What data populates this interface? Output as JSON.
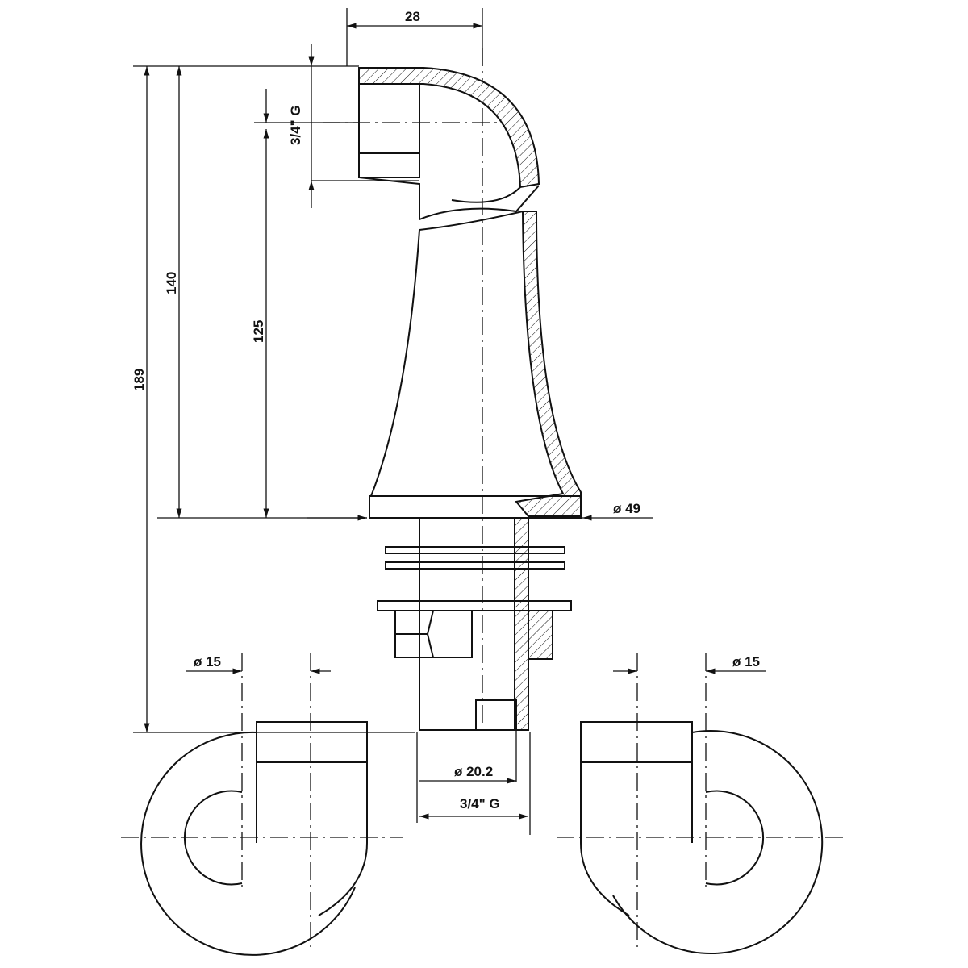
{
  "dimensions": {
    "top_width": "28",
    "thread_top": "3/4\" G",
    "height_140": "140",
    "height_125": "125",
    "height_189": "189",
    "diameter_49": "ø 49",
    "diameter_15_left": "ø 15",
    "diameter_15_right": "ø 15",
    "diameter_20_2": "ø 20.2",
    "thread_bottom": "3/4\" G"
  }
}
